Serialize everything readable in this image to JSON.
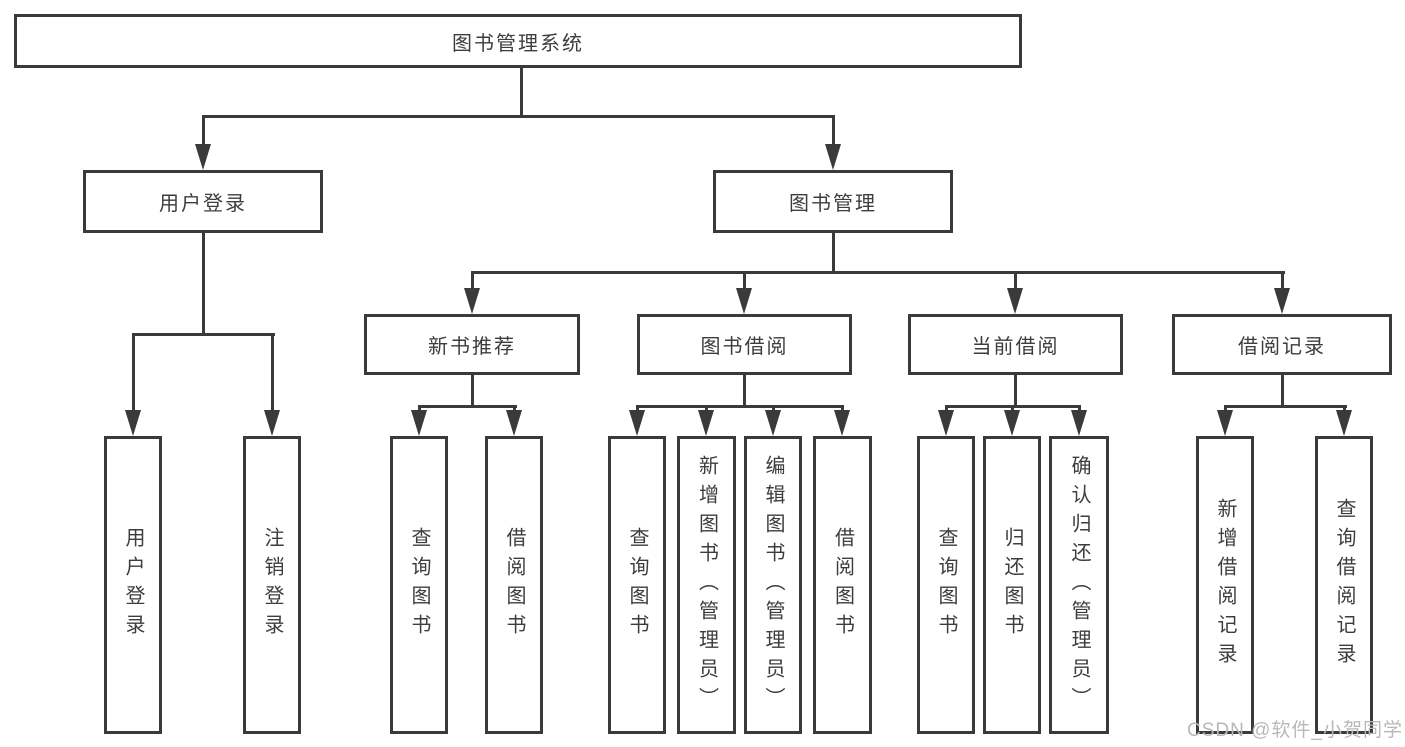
{
  "diagram": {
    "background": "#ffffff",
    "line_color": "#3a3a3c",
    "text_color": "#3d3d3f",
    "tree": {
      "label": "图书管理系统",
      "children": [
        {
          "label": "用户登录",
          "children": [
            {
              "label": "用户登录"
            },
            {
              "label": "注销登录"
            }
          ]
        },
        {
          "label": "图书管理",
          "children": [
            {
              "label": "新书推荐",
              "children": [
                {
                  "label": "查询图书"
                },
                {
                  "label": "借阅图书"
                }
              ]
            },
            {
              "label": "图书借阅",
              "children": [
                {
                  "label": "查询图书"
                },
                {
                  "label": "新增图书（管理员）"
                },
                {
                  "label": "编辑图书（管理员）"
                },
                {
                  "label": "借阅图书"
                }
              ]
            },
            {
              "label": "当前借阅",
              "children": [
                {
                  "label": "查询图书"
                },
                {
                  "label": "归还图书"
                },
                {
                  "label": "确认归还（管理员）"
                }
              ]
            },
            {
              "label": "借阅记录",
              "children": [
                {
                  "label": "新增借阅记录"
                },
                {
                  "label": "查询借阅记录"
                }
              ]
            }
          ]
        }
      ]
    },
    "watermark": {
      "text": "CSDN @软件_小贺同学",
      "color": "#b8b8b8"
    }
  }
}
